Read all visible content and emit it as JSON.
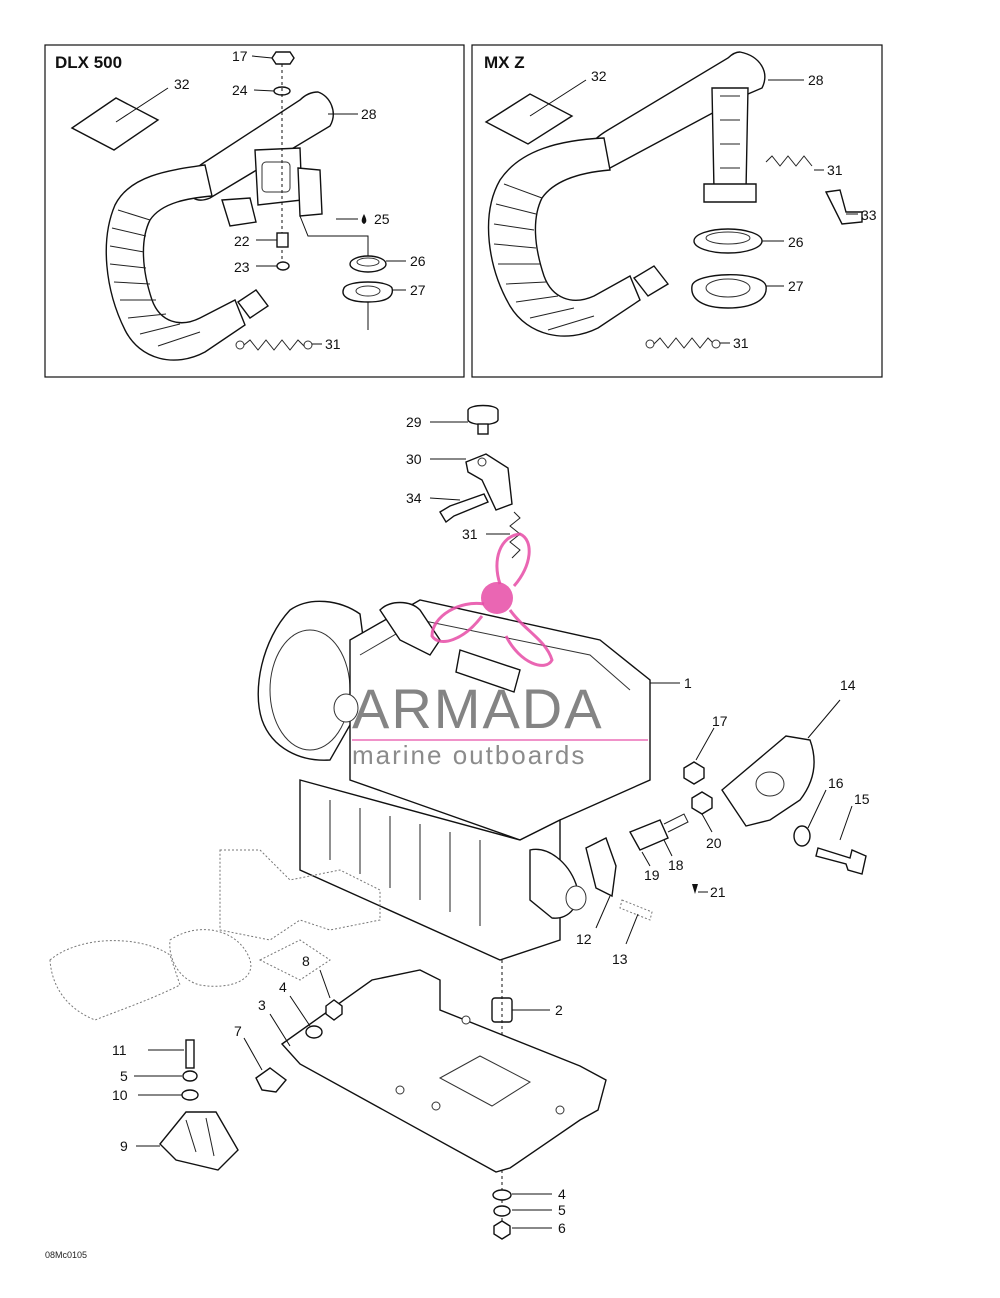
{
  "panels": {
    "left_title": "DLX 500",
    "right_title": "MX Z"
  },
  "watermark": {
    "brand": "ARMADA",
    "tagline": "marine outboards",
    "logo_color": "#e64ba6"
  },
  "drawing_code": "08Mc0105",
  "callouts": {
    "left": {
      "c17": "17",
      "c24": "24",
      "c32": "32",
      "c28": "28",
      "c25": "25",
      "c22": "22",
      "c23": "23",
      "c26": "26",
      "c27": "27",
      "c31": "31"
    },
    "right": {
      "c32": "32",
      "c28": "28",
      "c31a": "31",
      "c33": "33",
      "c26": "26",
      "c27": "27",
      "c31b": "31"
    },
    "main": {
      "c29": "29",
      "c30": "30",
      "c34": "34",
      "c31": "31",
      "c1": "1",
      "c14": "14",
      "c17": "17",
      "c16": "16",
      "c15": "15",
      "c20": "20",
      "c18": "18",
      "c19": "19",
      "c21": "21",
      "c12": "12",
      "c13": "13",
      "c8": "8",
      "c4a": "4",
      "c3": "3",
      "c7": "7",
      "c2": "2",
      "c11": "11",
      "c5a": "5",
      "c10": "10",
      "c9": "9",
      "c4b": "4",
      "c5b": "5",
      "c6": "6"
    }
  }
}
